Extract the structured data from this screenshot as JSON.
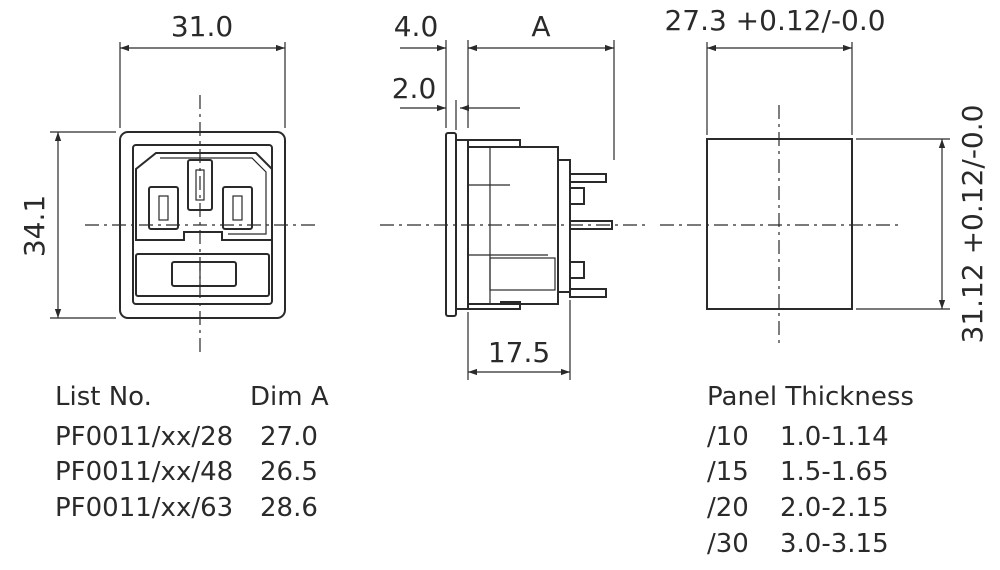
{
  "dimensions": {
    "front_width": "31.0",
    "front_height": "34.1",
    "side_flange": "4.0",
    "side_dim_a": "A",
    "side_offset": "2.0",
    "side_depth": "17.5",
    "cutout_width": "27.3 +0.12/-0.0",
    "cutout_height": "31.12 +0.12/-0.0"
  },
  "list_table": {
    "headers": [
      "List No.",
      "Dim A"
    ],
    "rows": [
      [
        "PF0011/xx/28",
        "27.0"
      ],
      [
        "PF0011/xx/48",
        "26.5"
      ],
      [
        "PF0011/xx/63",
        "28.6"
      ]
    ]
  },
  "panel_table": {
    "title": "Panel Thickness",
    "rows": [
      [
        "/10",
        "1.0-1.14"
      ],
      [
        "/15",
        "1.5-1.65"
      ],
      [
        "/20",
        "2.0-2.15"
      ],
      [
        "/30",
        "3.0-3.15"
      ]
    ]
  }
}
